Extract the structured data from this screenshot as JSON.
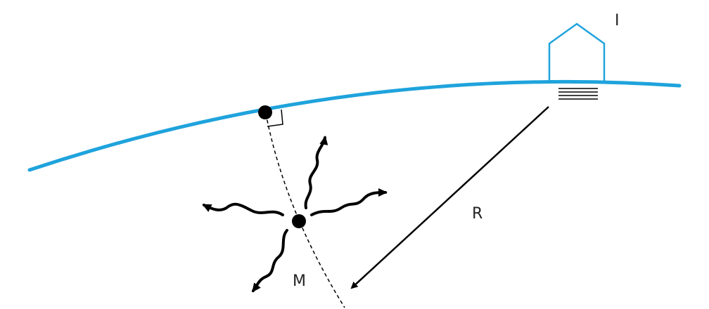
{
  "labels": {
    "station": "I",
    "distance": "R",
    "source": "M"
  },
  "colors": {
    "surface": "#1fa3dc",
    "station": "#1fa3dc",
    "ink": "#000000",
    "text": "#222222"
  },
  "icons": {
    "station": "house-icon",
    "ground_marker": "ground-lines-icon",
    "right_angle": "right-angle-icon",
    "waves": "wavy-arrow-icon"
  }
}
